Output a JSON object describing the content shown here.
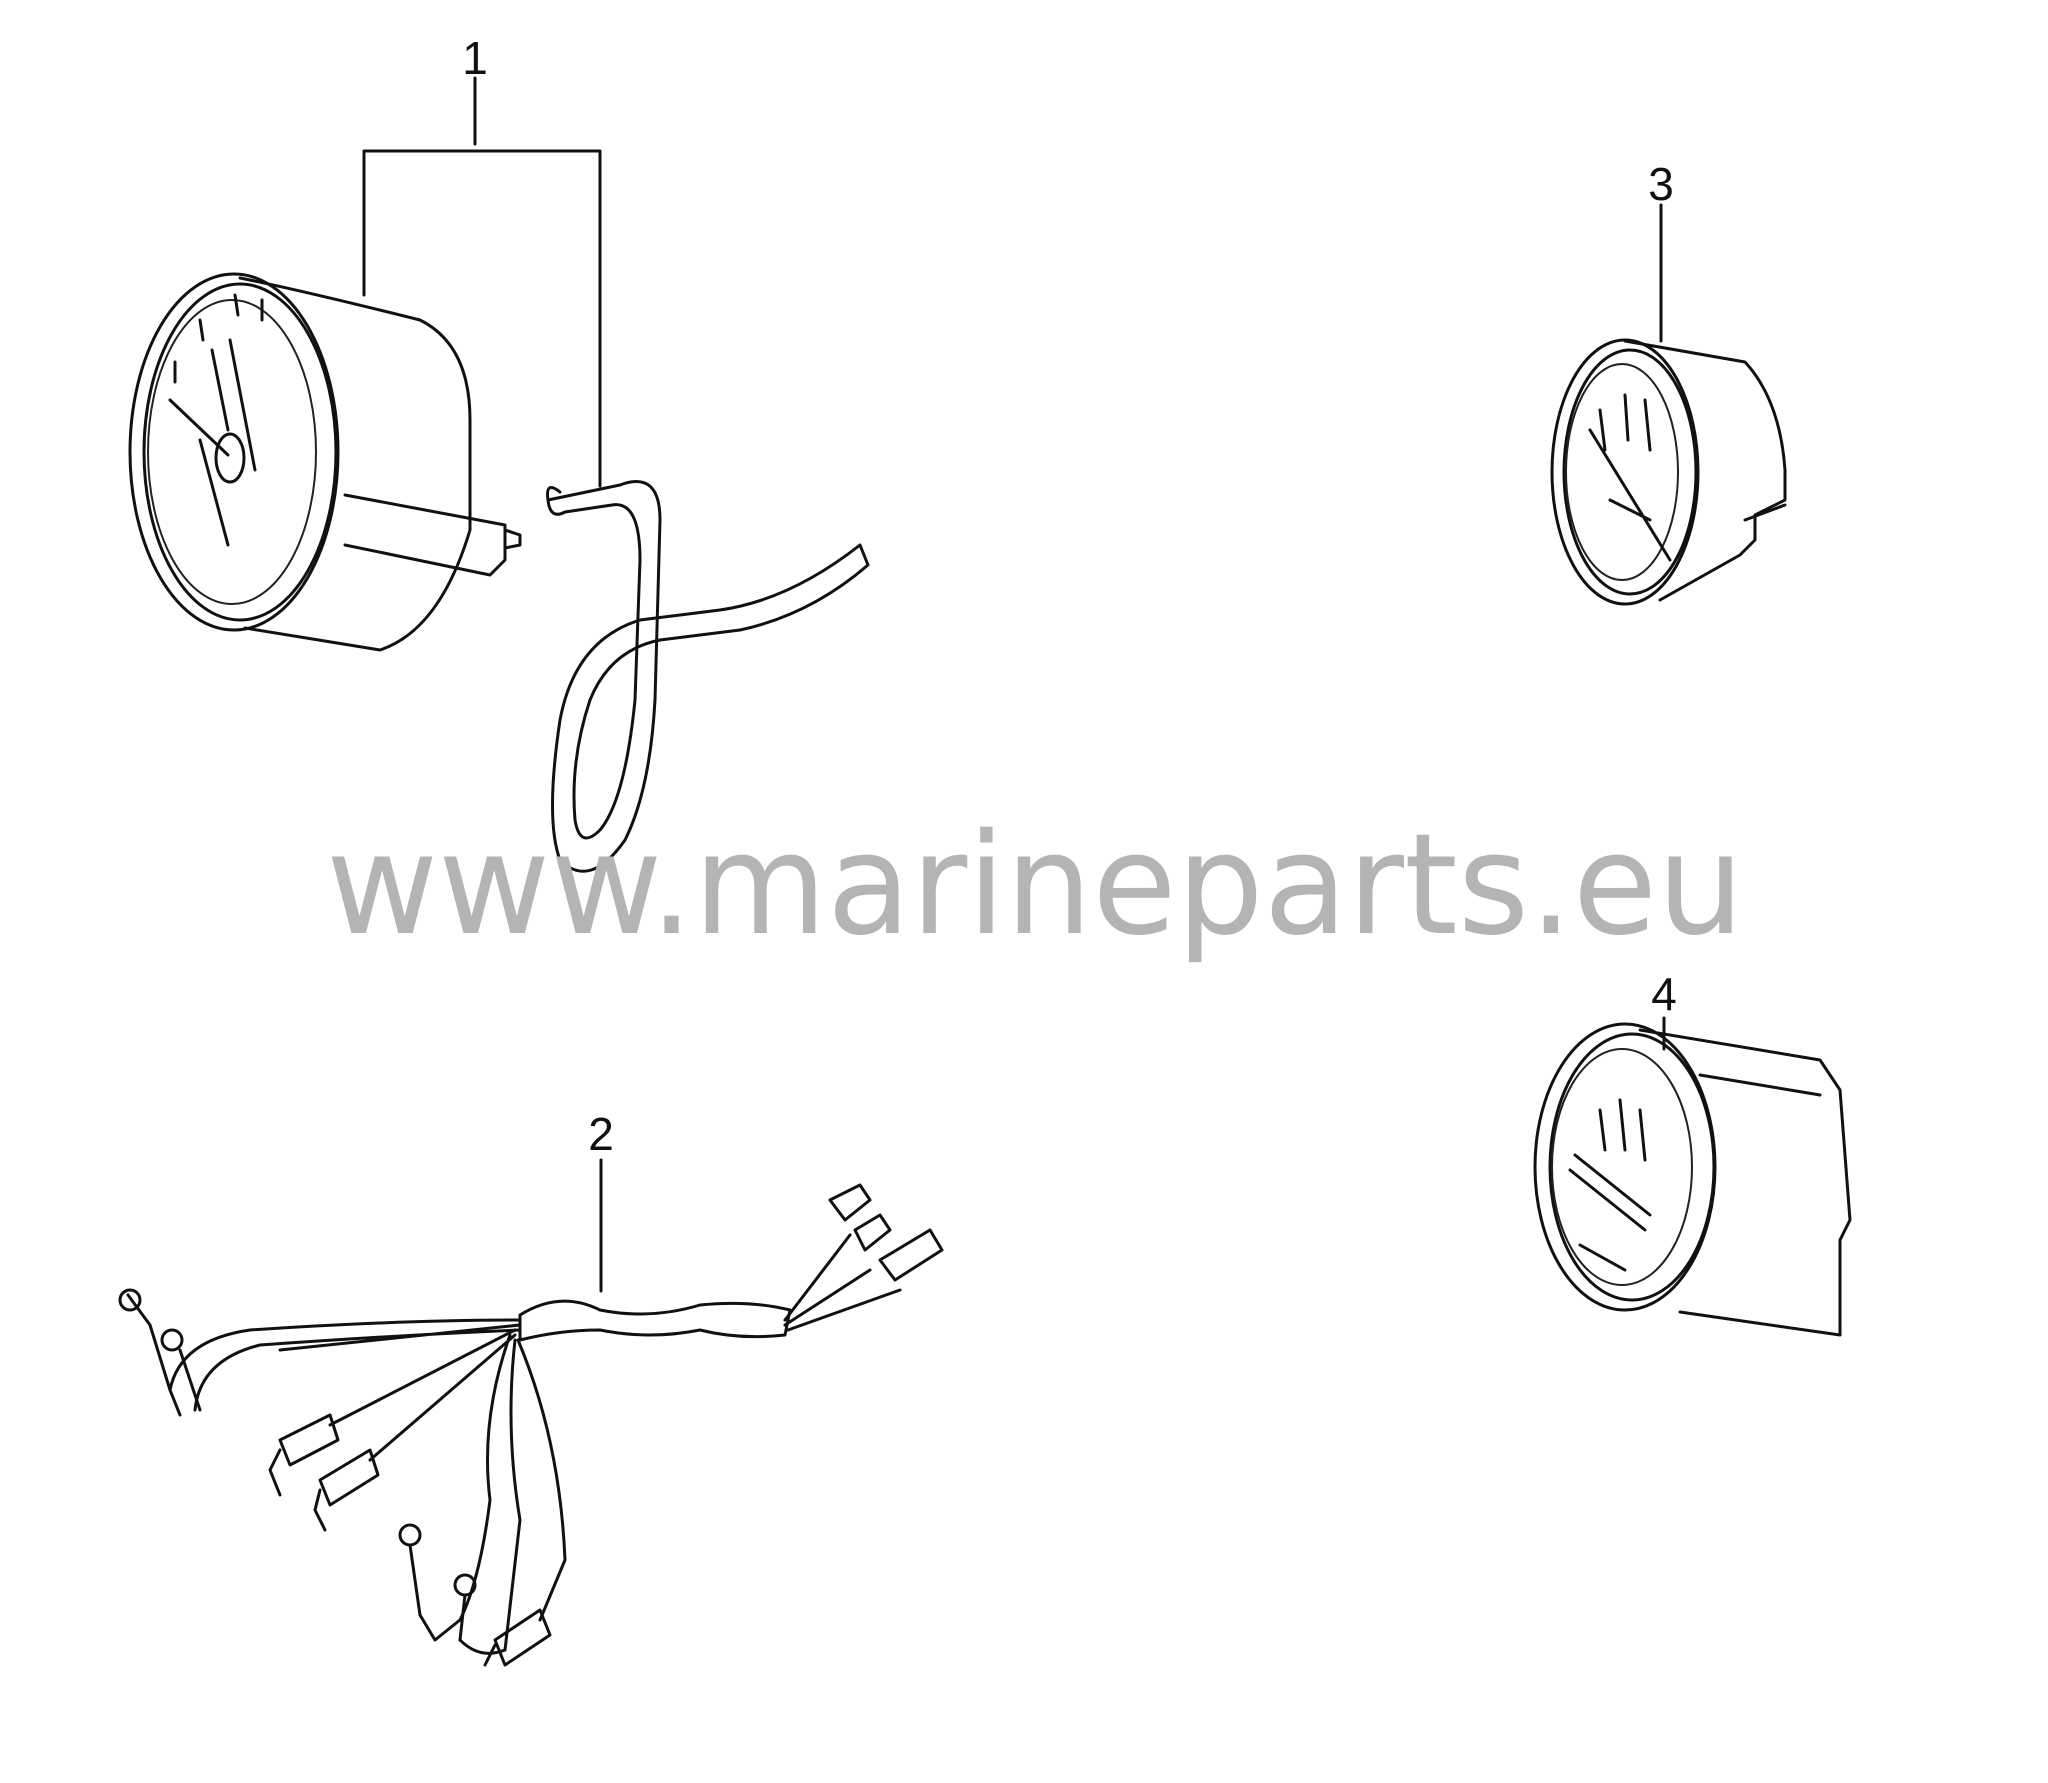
{
  "callouts": [
    {
      "number": "1"
    },
    {
      "number": "2"
    },
    {
      "number": "3"
    },
    {
      "number": "4"
    }
  ],
  "watermark": "www.marineparts.eu"
}
